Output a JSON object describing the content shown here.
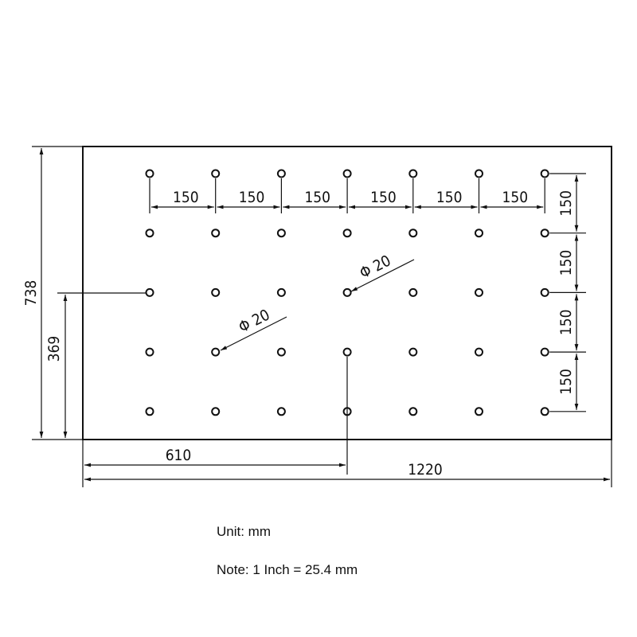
{
  "drawing": {
    "panel": {
      "width_mm": 1220,
      "height_mm": 738
    },
    "hole_grid": {
      "columns": 7,
      "rows": 5,
      "pitch_mm": 150
    },
    "hole_diameter_label": "Φ 20",
    "dimensions": {
      "pitch_label": "150",
      "total_width_label": "1220",
      "total_height_label": "738",
      "half_width_label": "610",
      "half_height_label": "369"
    }
  },
  "notes": {
    "unit": "Unit: mm",
    "conversion": "Note: 1 Inch = 25.4 mm"
  }
}
